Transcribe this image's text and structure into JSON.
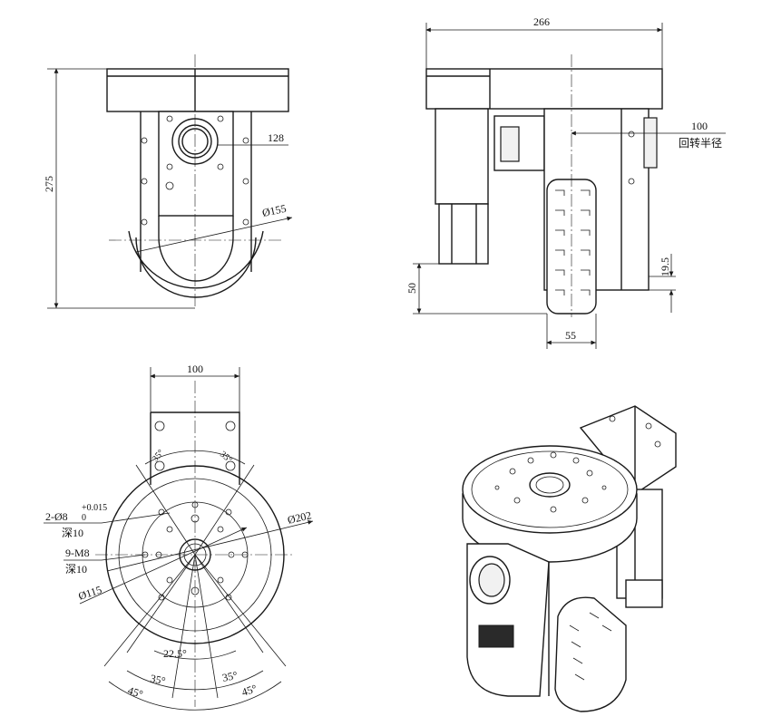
{
  "dimensions": {
    "front_height": "275",
    "front_shaft": "128",
    "front_wheel_dia": "Ø155",
    "side_width": "266",
    "turn_radius_value": "100",
    "turn_radius_label": "回转半径",
    "side_offset": "19.5",
    "side_height": "50",
    "wheel_width": "55",
    "top_bracket_width": "100",
    "pin_holes_label": "2-Ø8",
    "pin_holes_tol_upper": "+0.015",
    "pin_holes_tol_lower": "0",
    "pin_depth_label": "深10",
    "thread_holes_label": "9-M8",
    "thread_depth_label": "深10",
    "small_circle_dia": "Ø115",
    "flange_dia": "Ø202",
    "angle_35_a": "35°",
    "angle_35_b": "35°",
    "angle_22": "22.5°",
    "angle_35_c": "35°",
    "angle_35_d": "35°",
    "angle_45_a": "45°",
    "angle_45_b": "45°"
  }
}
